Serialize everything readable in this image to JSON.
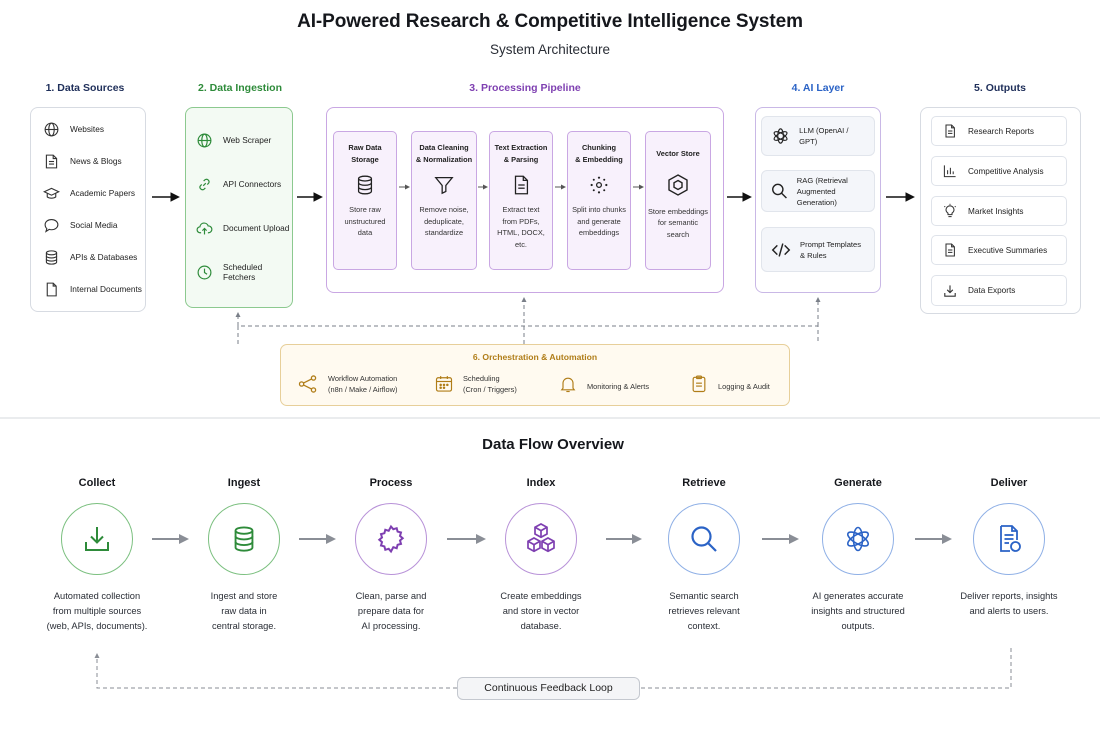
{
  "header": {
    "title": "AI-Powered Research & Competitive Intelligence System",
    "subtitle": "System Architecture"
  },
  "sections": {
    "sources": "1. Data Sources",
    "ingestion": "2. Data Ingestion",
    "processing": "3. Processing Pipeline",
    "ai": "4. AI Layer",
    "outputs": "5. Outputs",
    "orchestration": "6. Orchestration & Automation"
  },
  "sources": [
    "Websites",
    "News & Blogs",
    "Academic Papers",
    "Social Media",
    "APIs & Databases",
    "Internal Documents"
  ],
  "ingestion": [
    "Web Scraper",
    "API Connectors",
    "Document Upload",
    "Scheduled Fetchers"
  ],
  "pipeline": [
    {
      "title_lines": [
        "Raw Data",
        "Storage"
      ],
      "desc_lines": [
        "Store raw",
        "unstructured",
        "data"
      ]
    },
    {
      "title_lines": [
        "Data Cleaning",
        "& Normalization"
      ],
      "desc_lines": [
        "Remove noise,",
        "deduplicate,",
        "standardize"
      ]
    },
    {
      "title_lines": [
        "Text Extraction",
        "& Parsing"
      ],
      "desc_lines": [
        "Extract text",
        "from PDFs,",
        "HTML, DOCX,",
        "etc."
      ]
    },
    {
      "title_lines": [
        "Chunking",
        "& Embedding"
      ],
      "desc_lines": [
        "Split into chunks",
        "and generate",
        "embeddings"
      ]
    },
    {
      "title_lines": [
        "Vector Store"
      ],
      "desc_lines": [
        "Store embeddings",
        "for semantic",
        "search"
      ]
    }
  ],
  "ai_layer": [
    {
      "lines": [
        "LLM (OpenAI / GPT)"
      ]
    },
    {
      "lines": [
        "RAG (Retrieval",
        "Augmented Generation)"
      ]
    },
    {
      "lines": [
        "Prompt Templates",
        "& Rules"
      ]
    }
  ],
  "outputs": [
    "Research Reports",
    "Competitive Analysis",
    "Market Insights",
    "Executive Summaries",
    "Data Exports"
  ],
  "orchestration": [
    {
      "lines": [
        "Workflow Automation",
        "(n8n / Make / Airflow)"
      ]
    },
    {
      "lines": [
        "Scheduling",
        "(Cron / Triggers)"
      ]
    },
    {
      "lines": [
        "Monitoring & Alerts"
      ]
    },
    {
      "lines": [
        "Logging & Audit"
      ]
    }
  ],
  "flow": {
    "title": "Data Flow Overview",
    "steps": [
      {
        "label": "Collect",
        "desc_lines": [
          "Automated collection",
          "from multiple sources",
          "(web, APIs, documents)."
        ]
      },
      {
        "label": "Ingest",
        "desc_lines": [
          "Ingest and store",
          "raw data in",
          "central storage."
        ]
      },
      {
        "label": "Process",
        "desc_lines": [
          "Clean, parse and",
          "prepare data for",
          "AI processing."
        ]
      },
      {
        "label": "Index",
        "desc_lines": [
          "Create embeddings",
          "and store in vector",
          "database."
        ]
      },
      {
        "label": "Retrieve",
        "desc_lines": [
          "Semantic search",
          "retrieves relevant",
          "context."
        ]
      },
      {
        "label": "Generate",
        "desc_lines": [
          "AI generates accurate",
          "insights and structured",
          "outputs."
        ]
      },
      {
        "label": "Deliver",
        "desc_lines": [
          "Deliver reports, insights",
          "and alerts to users."
        ]
      }
    ],
    "feedback": "Continuous Feedback Loop"
  },
  "colors": {
    "green": "#2e8b3a",
    "purple": "#7e3fb1",
    "blue": "#2b63c6",
    "gold": "#b07d18",
    "gray": "#c4c8cf",
    "dark": "#15171c"
  }
}
